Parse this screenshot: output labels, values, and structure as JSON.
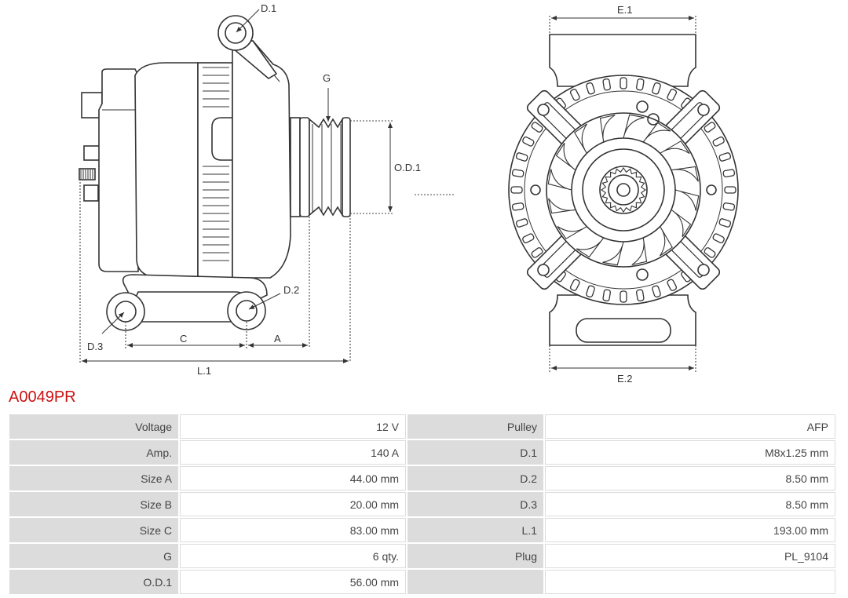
{
  "diagram": {
    "labels": {
      "d1": "D.1",
      "d2": "D.2",
      "d3": "D.3",
      "g": "G",
      "od1": "O.D.1",
      "a": "A",
      "c": "C",
      "l1": "L.1",
      "e1": "E.1",
      "e2": "E.2"
    }
  },
  "part": {
    "title": "A0049PR",
    "title_color": "#cc1111"
  },
  "specs": {
    "rows": [
      {
        "left_label": "Voltage",
        "left_value": "12 V",
        "right_label": "Pulley",
        "right_value": "AFP"
      },
      {
        "left_label": "Amp.",
        "left_value": "140 A",
        "right_label": "D.1",
        "right_value": "M8x1.25 mm"
      },
      {
        "left_label": "Size A",
        "left_value": "44.00 mm",
        "right_label": "D.2",
        "right_value": "8.50 mm"
      },
      {
        "left_label": "Size B",
        "left_value": "20.00 mm",
        "right_label": "D.3",
        "right_value": "8.50 mm"
      },
      {
        "left_label": "Size C",
        "left_value": "83.00 mm",
        "right_label": "L.1",
        "right_value": "193.00 mm"
      },
      {
        "left_label": "G",
        "left_value": "6 qty.",
        "right_label": "Plug",
        "right_value": "PL_9104"
      },
      {
        "left_label": "O.D.1",
        "left_value": "56.00 mm",
        "right_label": "",
        "right_value": ""
      }
    ]
  }
}
